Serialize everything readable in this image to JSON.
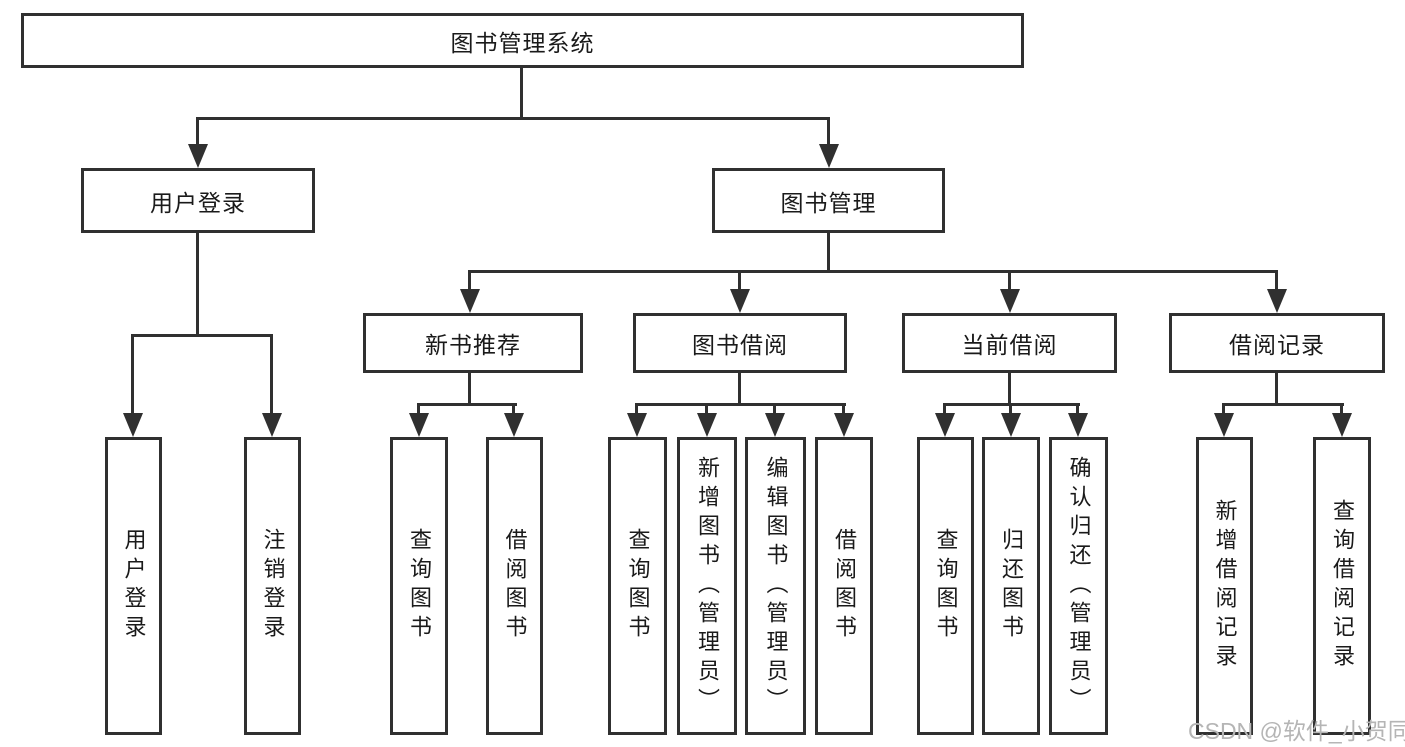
{
  "colors": {
    "line": "#303030",
    "text": "#1a1a1a",
    "watermark": "#b5b5b5",
    "bg": "#ffffff"
  },
  "watermark": {
    "text": "CSDN @软件_小贺同学"
  },
  "tree": {
    "root": {
      "label": "图书管理系统"
    },
    "branches": [
      {
        "label": "用户登录",
        "children": [
          {
            "label": "用户登录"
          },
          {
            "label": "注销登录"
          }
        ]
      },
      {
        "label": "图书管理",
        "groups": [
          {
            "label": "新书推荐",
            "children": [
              {
                "label": "查询图书"
              },
              {
                "label": "借阅图书"
              }
            ]
          },
          {
            "label": "图书借阅",
            "children": [
              {
                "label": "查询图书"
              },
              {
                "label": "新增图书（管理员）"
              },
              {
                "label": "编辑图书（管理员）"
              },
              {
                "label": "借阅图书"
              }
            ]
          },
          {
            "label": "当前借阅",
            "children": [
              {
                "label": "查询图书"
              },
              {
                "label": "归还图书"
              },
              {
                "label": "确认归还（管理员）"
              }
            ]
          },
          {
            "label": "借阅记录",
            "children": [
              {
                "label": "新增借阅记录"
              },
              {
                "label": "查询借阅记录"
              }
            ]
          }
        ]
      }
    ]
  }
}
